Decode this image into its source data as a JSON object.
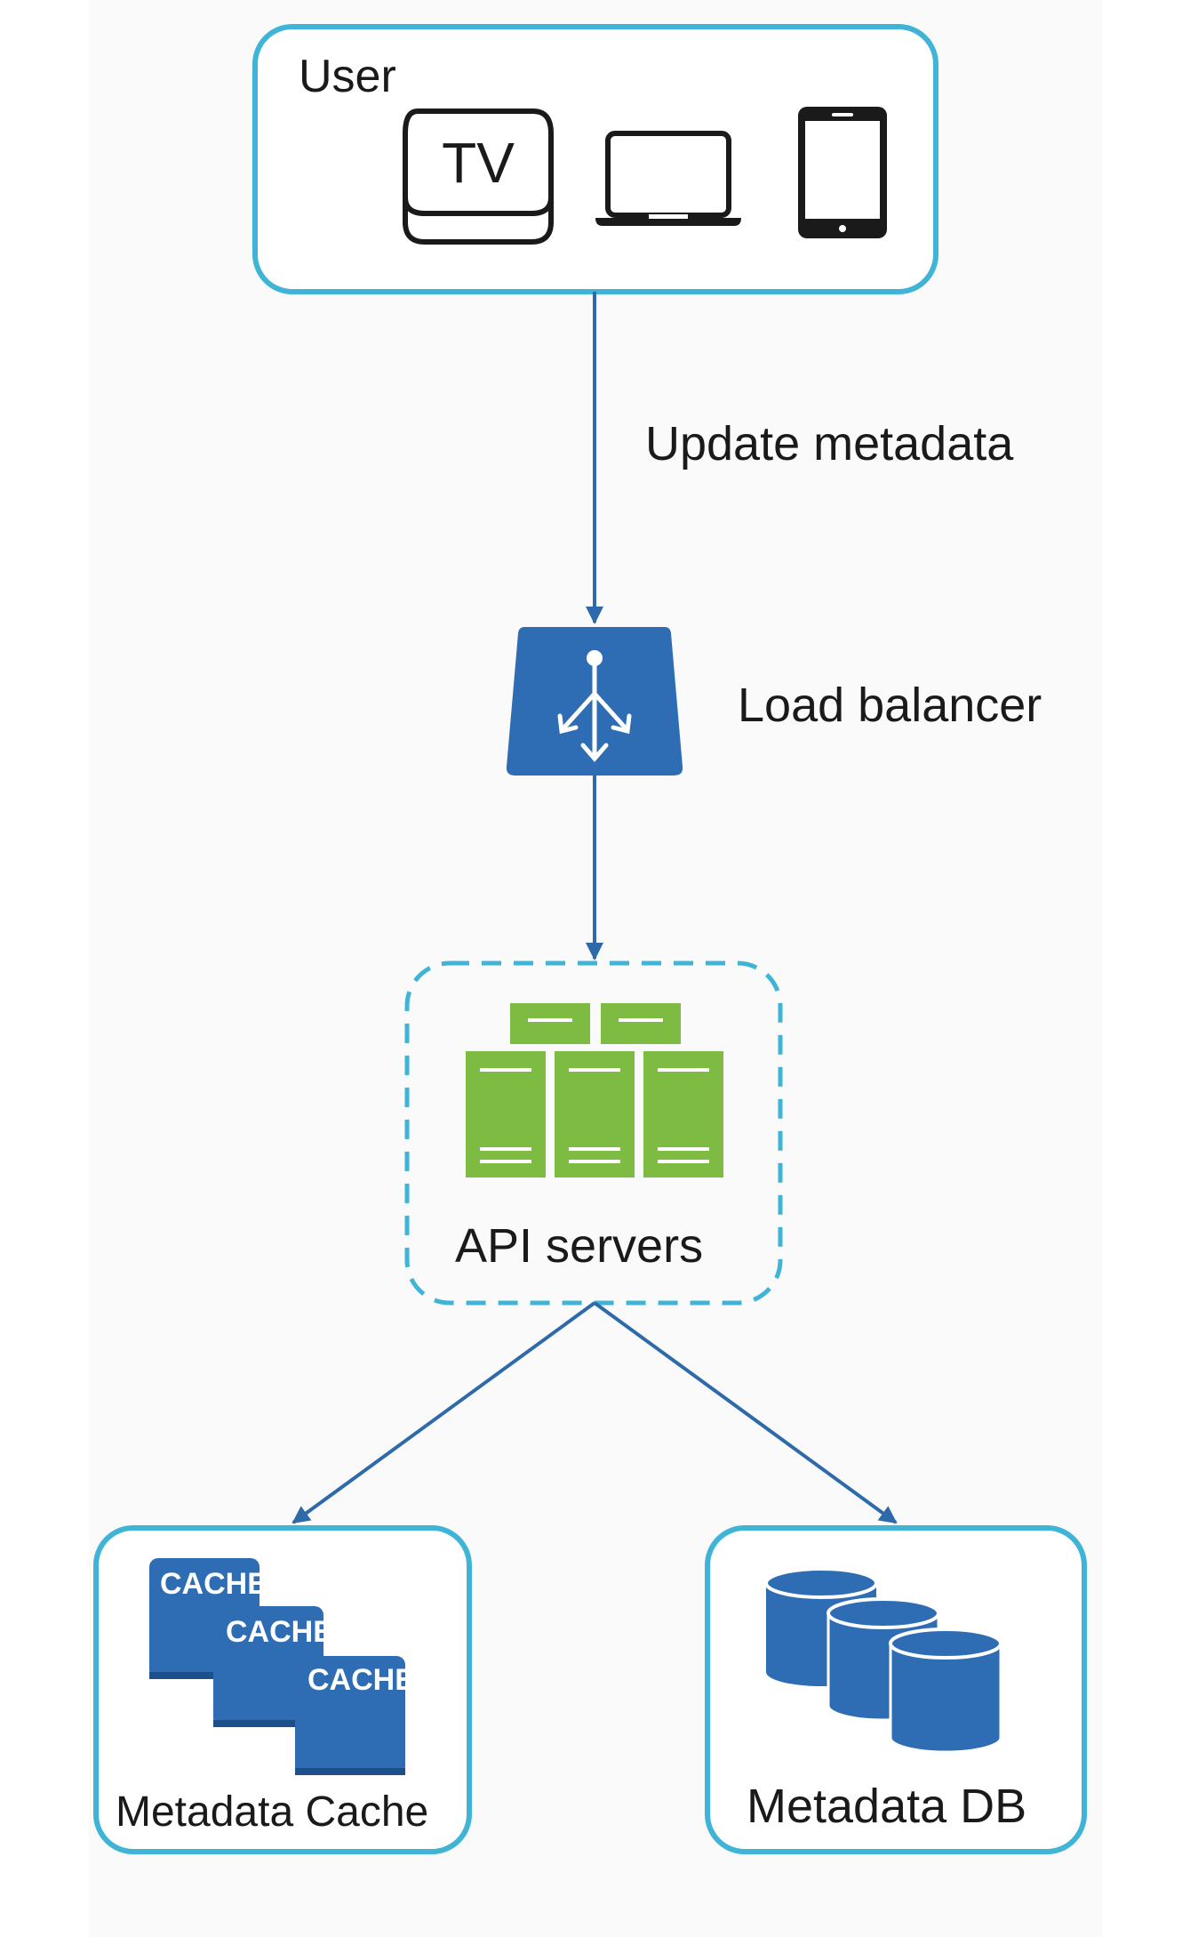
{
  "nodes": {
    "user": {
      "label": "User",
      "devices": [
        "tv-box",
        "laptop",
        "tablet"
      ],
      "tv_text": "TV"
    },
    "load_balancer": {
      "label": "Load balancer"
    },
    "api_servers": {
      "label": "API servers"
    },
    "metadata_cache": {
      "label": "Metadata Cache",
      "cache_text": "CACHE"
    },
    "metadata_db": {
      "label": "Metadata DB"
    }
  },
  "edges": [
    {
      "from": "user",
      "to": "load_balancer",
      "label": "Update metadata"
    },
    {
      "from": "load_balancer",
      "to": "api_servers",
      "label": ""
    },
    {
      "from": "api_servers",
      "to": "metadata_cache",
      "label": ""
    },
    {
      "from": "api_servers",
      "to": "metadata_db",
      "label": ""
    }
  ],
  "colors": {
    "box_border": "#3fb4d6",
    "arrow": "#2e6aaa",
    "lb_blue": "#2e6db4",
    "server_green": "#7dbb42",
    "cache_blue": "#2e6db4",
    "db_blue": "#2e6db4",
    "device_outline": "#222222"
  }
}
